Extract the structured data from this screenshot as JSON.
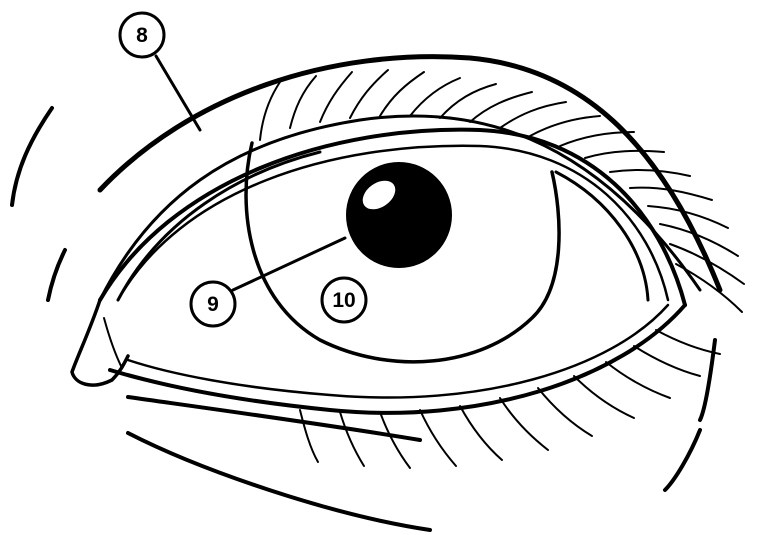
{
  "diagram": {
    "callouts": [
      {
        "id": "callout-8",
        "label": "8"
      },
      {
        "id": "callout-9",
        "label": "9"
      },
      {
        "id": "callout-10",
        "label": "10"
      }
    ],
    "colors": {
      "ink": "#000000",
      "background": "#ffffff"
    }
  }
}
